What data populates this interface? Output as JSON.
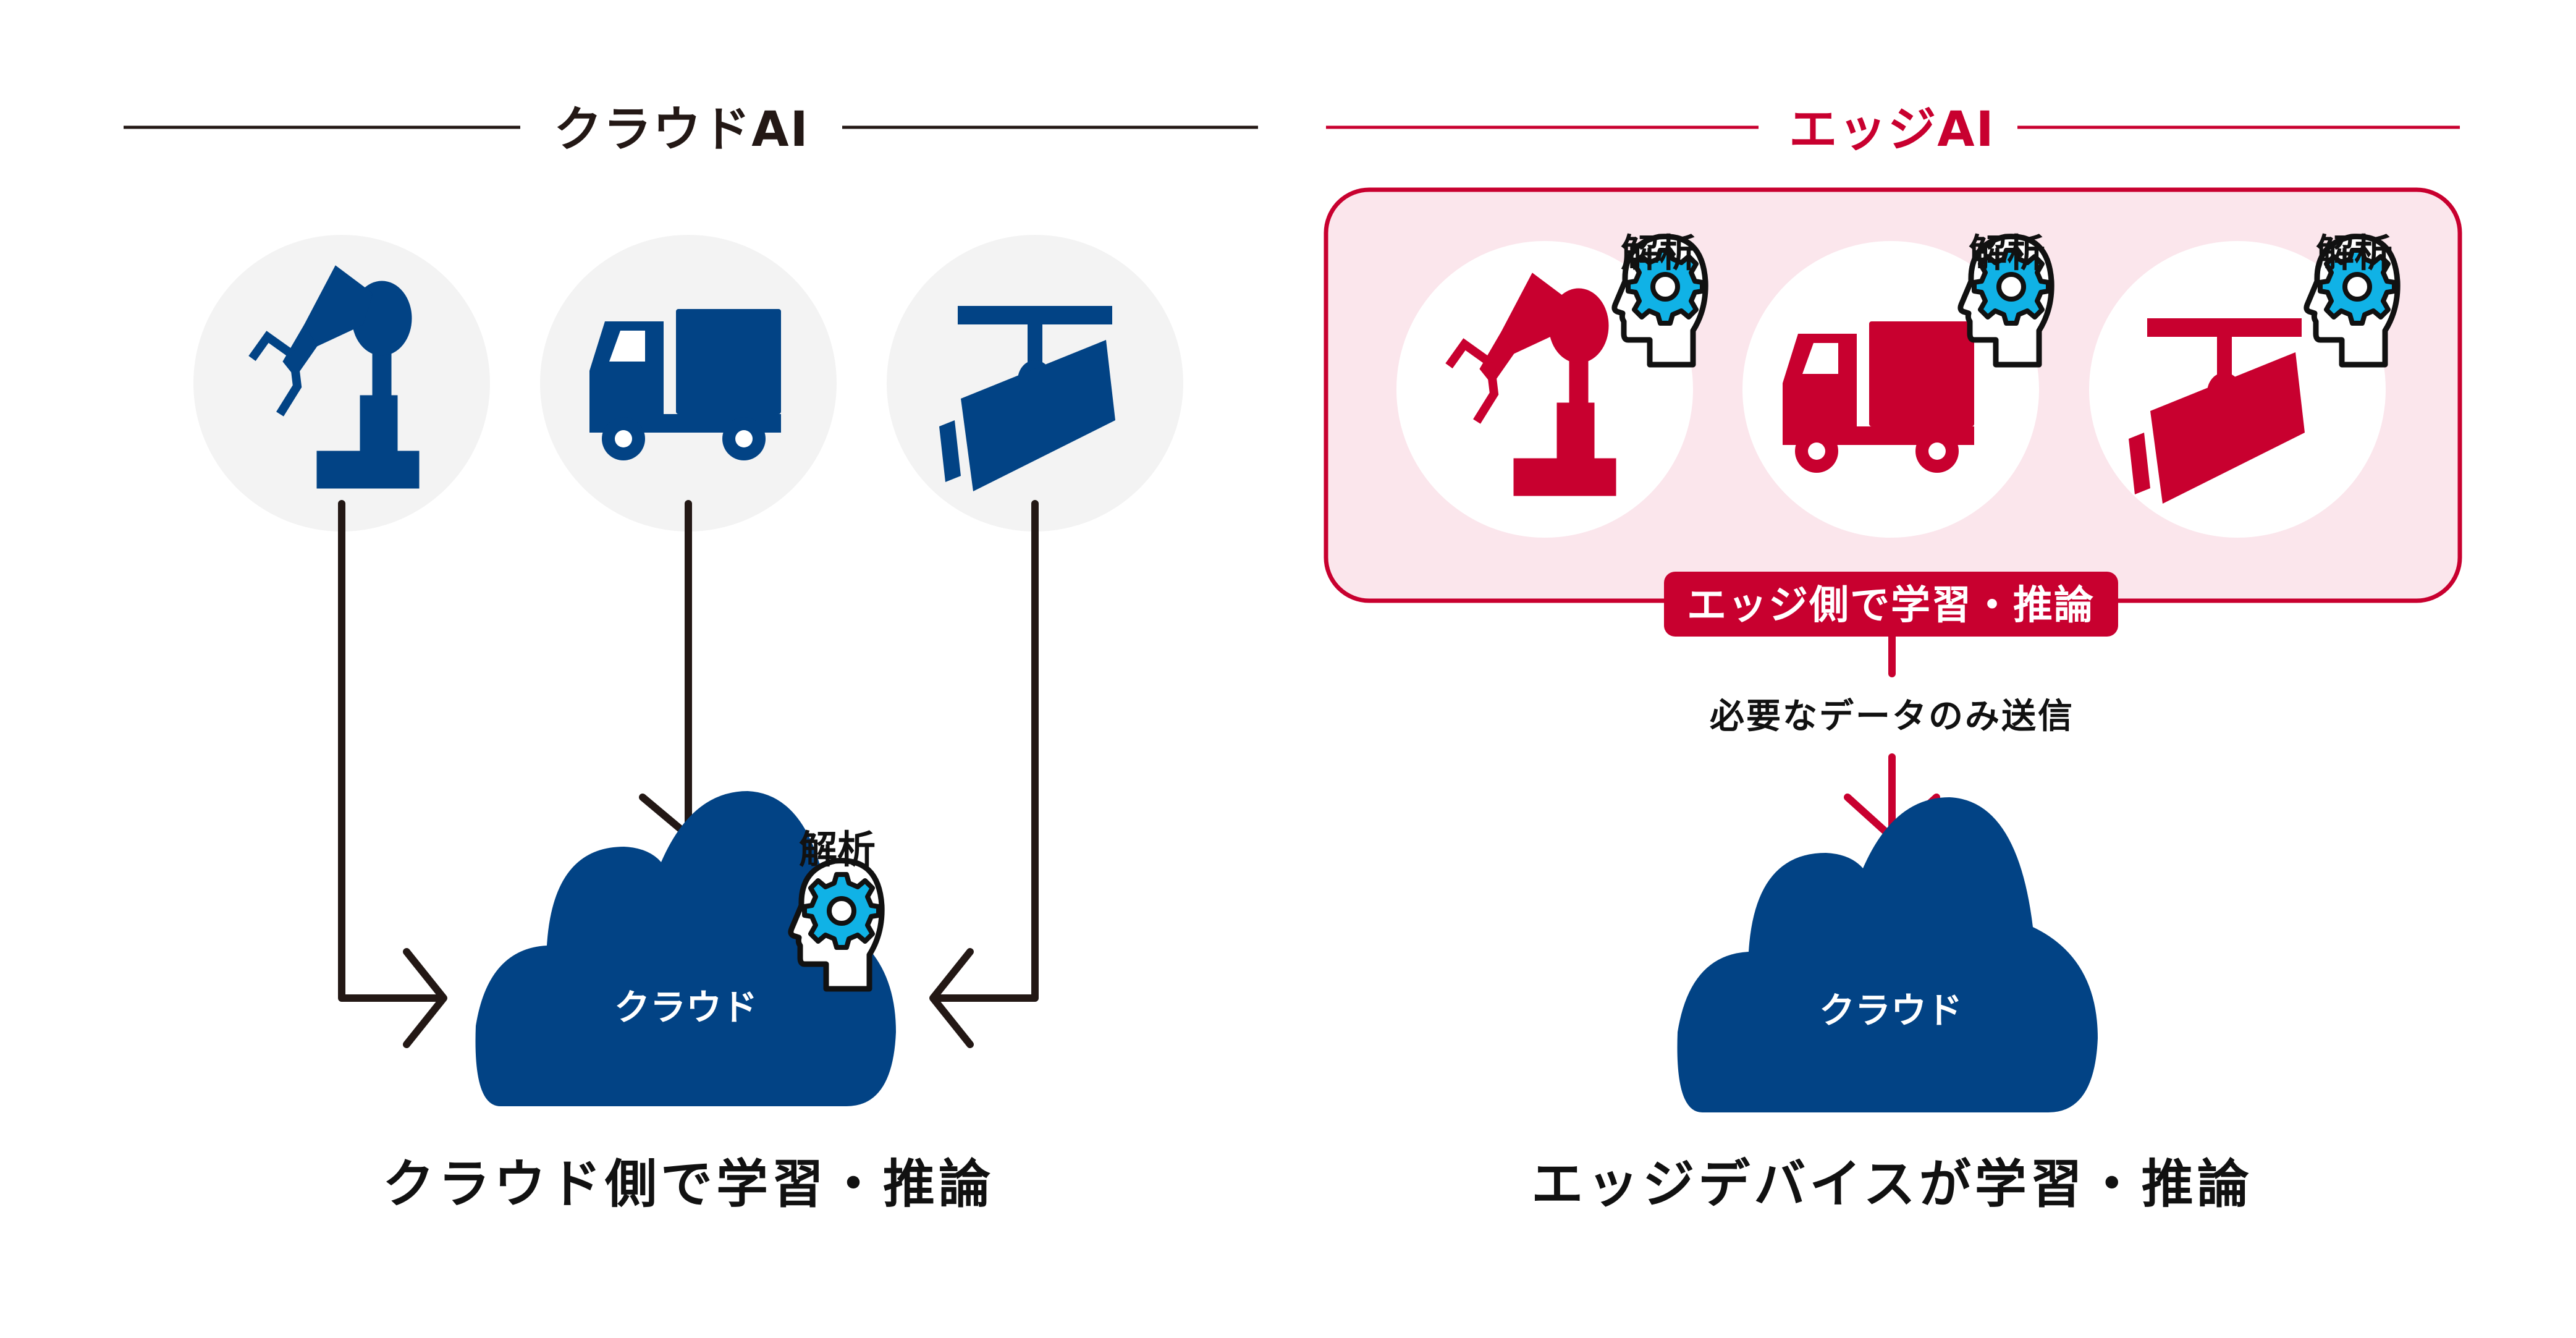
{
  "colors": {
    "navy": "#024385",
    "red": "#c8002f",
    "pink_fill": "#fbe6ec",
    "circle_gray": "#f3f3f3",
    "gear_blue": "#10b2e6",
    "ink": "#231815"
  },
  "cloud_ai": {
    "title": "クラウドAI",
    "devices": [
      {
        "name": "robot-arm",
        "icon": "robot-arm-icon"
      },
      {
        "name": "truck",
        "icon": "truck-icon"
      },
      {
        "name": "security-camera",
        "icon": "security-camera-icon"
      }
    ],
    "analysis_label": "解析",
    "cloud_label": "クラウド",
    "caption": "クラウド側で学習・推論"
  },
  "edge_ai": {
    "title": "エッジAI",
    "devices": [
      {
        "name": "robot-arm",
        "icon": "robot-arm-icon",
        "analysis_label": "解析"
      },
      {
        "name": "truck",
        "icon": "truck-icon",
        "analysis_label": "解析"
      },
      {
        "name": "security-camera",
        "icon": "security-camera-icon",
        "analysis_label": "解析"
      }
    ],
    "badge_label": "エッジ側で学習・推論",
    "send_label": "必要なデータのみ送信",
    "cloud_label": "クラウド",
    "caption": "エッジデバイスが学習・推論"
  }
}
